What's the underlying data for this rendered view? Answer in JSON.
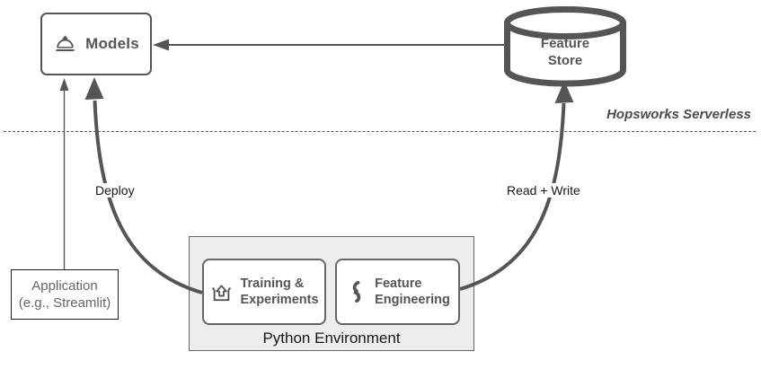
{
  "diagram": {
    "region_label": "Hopsworks Serverless",
    "nodes": {
      "models": {
        "label": "Models",
        "icon": "serving-cloche"
      },
      "feature_store": {
        "line1": "Feature",
        "line2": "Store",
        "shape": "database-cylinder"
      },
      "python_environment": {
        "label": "Python Environment"
      },
      "training_experiments": {
        "line1": "Training &",
        "line2": "Experiments",
        "icon": "unarchive-upload-box"
      },
      "feature_engineering": {
        "line1": "Feature",
        "line2": "Engineering",
        "icon": "transform-curves"
      },
      "application": {
        "line1": "Application",
        "line2": "(e.g., Streamlit)"
      }
    },
    "edges": {
      "deploy": {
        "label": "Deploy",
        "from": "training_experiments",
        "to": "models"
      },
      "read_write": {
        "label": "Read + Write",
        "from": "feature_engineering",
        "to": "feature_store"
      },
      "feature_store_to_models": {
        "label": "",
        "from": "feature_store",
        "to": "models"
      },
      "application_to_models": {
        "label": "",
        "from": "application",
        "to": "models"
      }
    },
    "colors": {
      "stroke": "#555555",
      "node_text": "#555555",
      "panel_fill": "#ededed",
      "label_text": "#161616",
      "application_text": "#666666",
      "background": "#ffffff"
    }
  }
}
